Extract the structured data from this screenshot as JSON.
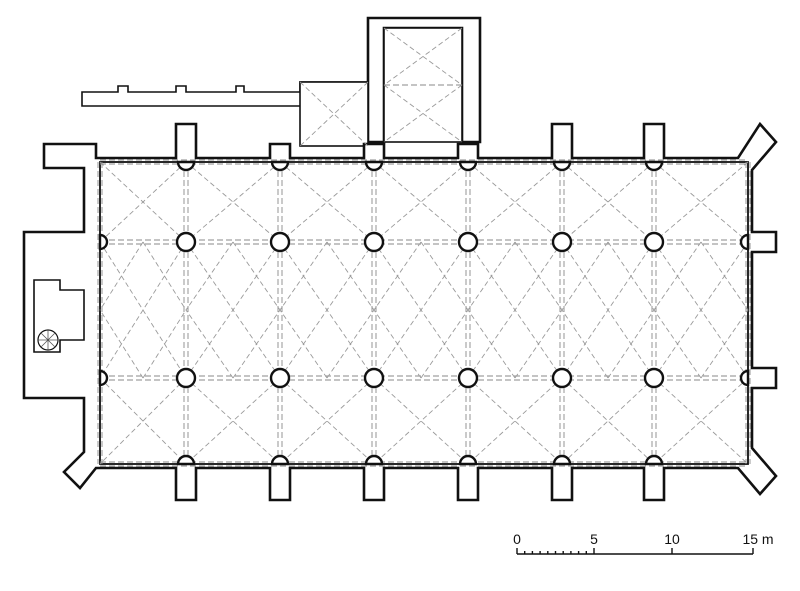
{
  "scale": {
    "unit": "m",
    "labels": [
      "0",
      "5",
      "10",
      "15 m"
    ]
  },
  "plan": {
    "aisles": 3,
    "bays": 7,
    "free_piers": 12
  }
}
